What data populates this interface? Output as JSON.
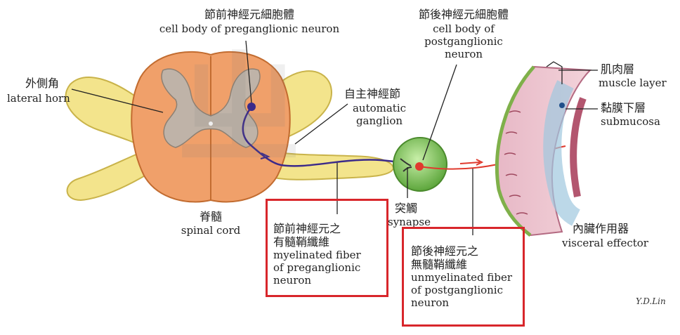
{
  "labels": {
    "preganglionic_body_zh": "節前神經元細胞體",
    "preganglionic_body_en": "cell body of preganglionic neuron",
    "postganglionic_body_zh": "節後神經元細胞體",
    "postganglionic_body_en_1": "cell body of",
    "postganglionic_body_en_2": "postganglionic",
    "postganglionic_body_en_3": "neuron",
    "lateral_horn_zh": "外側角",
    "lateral_horn_en": "lateral horn",
    "autonomic_ganglion_zh": "自主神經節",
    "autonomic_ganglion_en_1": "automatic",
    "autonomic_ganglion_en_2": "ganglion",
    "spinal_cord_zh": "脊髓",
    "spinal_cord_en": "spinal cord",
    "synapse_zh": "突觸",
    "synapse_en": "synapse",
    "muscle_layer_zh": "肌肉層",
    "muscle_layer_en": "muscle layer",
    "submucosa_zh": "黏膜下層",
    "submucosa_en": "submucosa",
    "visceral_effector_zh": "內臟作用器",
    "visceral_effector_en": "visceral effector",
    "signature": "Y.D.Lin"
  },
  "boxes": {
    "myelinated": {
      "zh_1": "節前神經元之",
      "zh_2": "有髓鞘纖維",
      "en_1": "myelinated fiber",
      "en_2": "of preganglionic",
      "en_3": "neuron"
    },
    "unmyelinated": {
      "zh_1": "節後神經元之",
      "zh_2": "無髓鞘纖維",
      "en_1": "unmyelinated fiber",
      "en_2": "of postganglionic",
      "en_3": "neuron"
    }
  },
  "colors": {
    "highlight_box": "#d8262b",
    "white_matter": "#f0a06a",
    "gray_matter": "#bfb3a8",
    "nerve": "#f3e48c",
    "ganglion": "#7cc05a",
    "preganglionic_fiber": "#3b2a8a",
    "postganglionic_fiber": "#e03a2e"
  }
}
